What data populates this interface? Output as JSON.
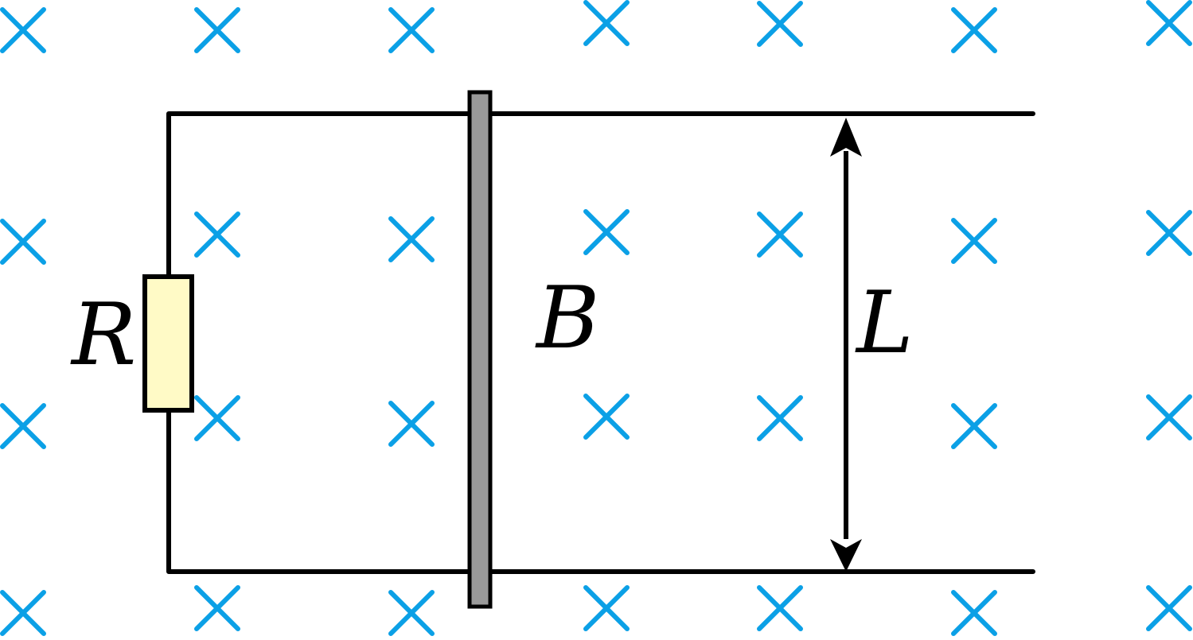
{
  "labels": {
    "resistor": "R",
    "field": "B",
    "length": "L"
  },
  "colors": {
    "field_marker": "#0ba0e6",
    "wire": "#000000",
    "resistor_fill": "#fffac6",
    "rod_fill": "#9a9a9a"
  },
  "field": {
    "direction": "into-page",
    "marker_symbol": "cross"
  }
}
